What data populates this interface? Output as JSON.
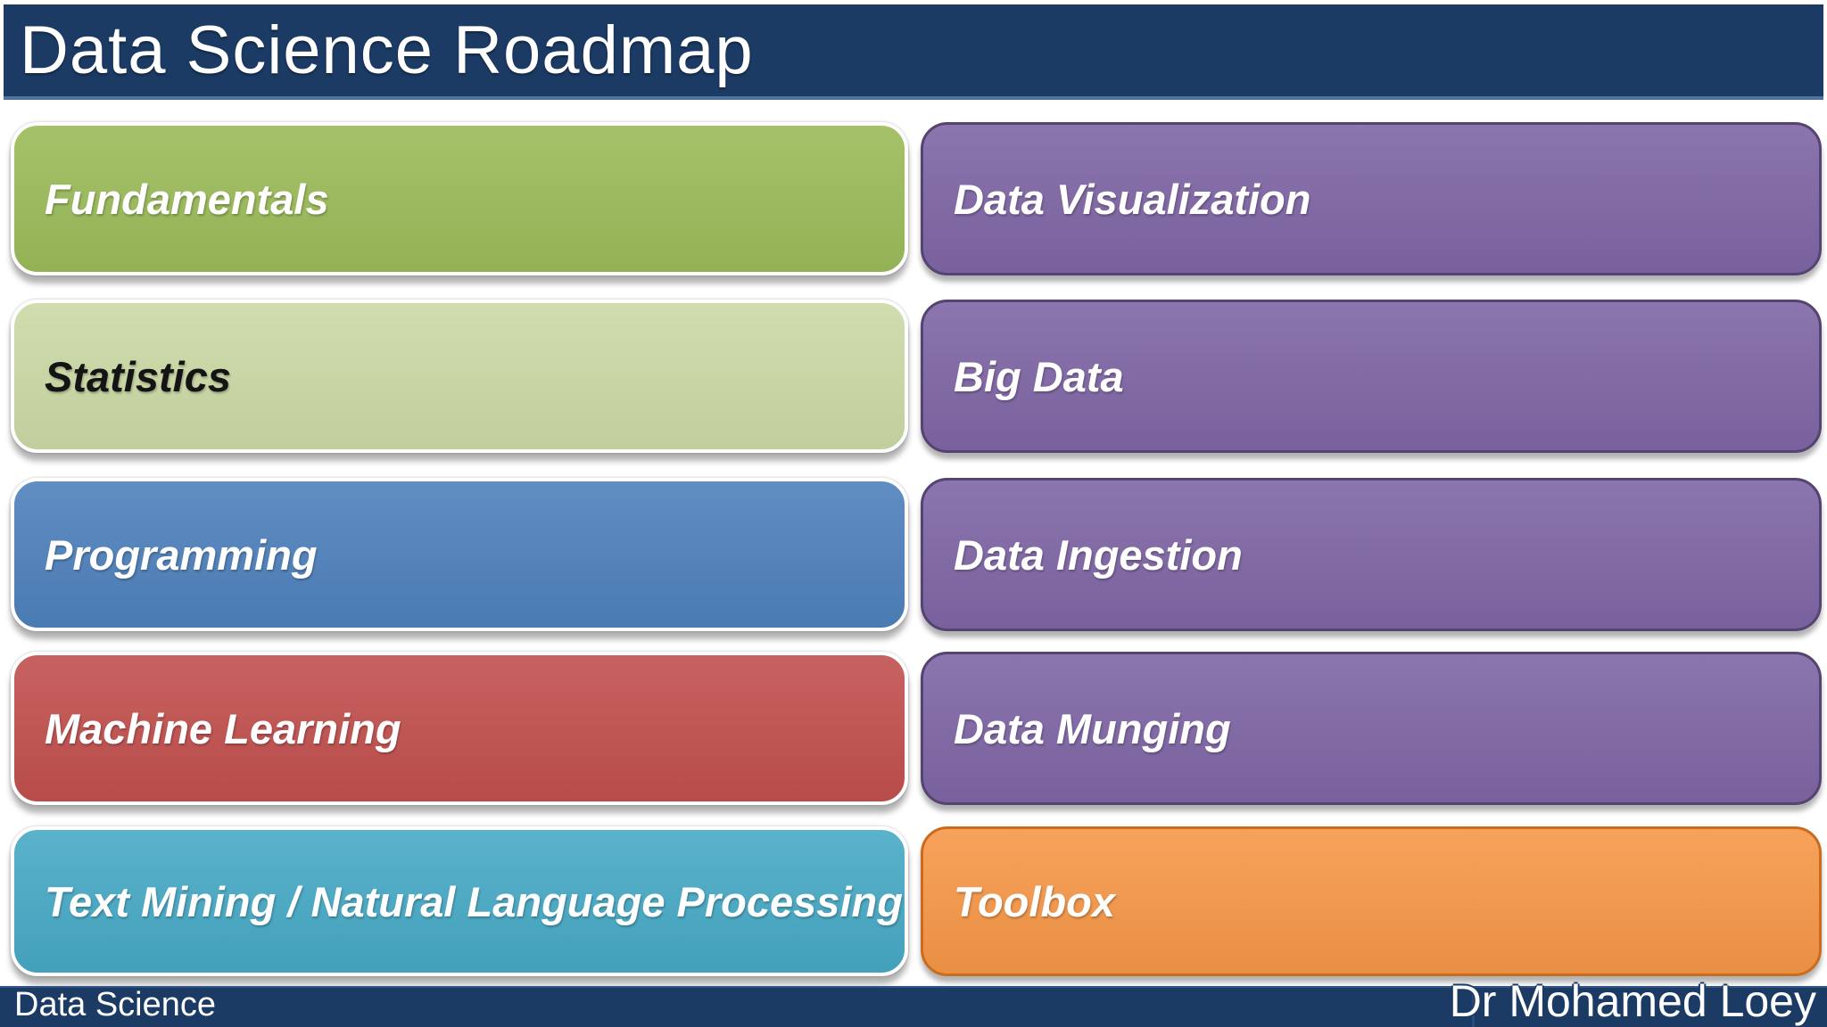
{
  "slide": {
    "title": "Data Science Roadmap",
    "footer": {
      "left_text": "Data Science",
      "right_text": "Dr Mohamed Loey"
    },
    "colors": {
      "bar_bg": "#1b3a64",
      "header_edge": "#50739d",
      "background": "#ffffff"
    }
  },
  "roadmap": {
    "left_column": [
      {
        "label": "Fundamentals",
        "bg": "#9bbb59",
        "text_color": "#ffffff",
        "border": "#ffffff"
      },
      {
        "label": "Statistics",
        "bg": "#cbd9a5",
        "text_color": "#141414",
        "border": "#ffffff"
      },
      {
        "label": "Programming",
        "bg": "#4e81bc",
        "text_color": "#ffffff",
        "border": "#ffffff"
      },
      {
        "label": "Machine Learning",
        "bg": "#c1504e",
        "text_color": "#ffffff",
        "border": "#ffffff"
      },
      {
        "label": "Text Mining / Natural Language Processing",
        "bg": "#47a9c5",
        "text_color": "#ffffff",
        "border": "#ffffff"
      }
    ],
    "right_column": [
      {
        "label": "Data Visualization",
        "bg": "#7f66a5",
        "text_color": "#ffffff",
        "border": "#554371"
      },
      {
        "label": "Big Data",
        "bg": "#7f66a5",
        "text_color": "#ffffff",
        "border": "#554371"
      },
      {
        "label": "Data Ingestion",
        "bg": "#7f66a5",
        "text_color": "#ffffff",
        "border": "#554371"
      },
      {
        "label": "Data Munging",
        "bg": "#7f66a5",
        "text_color": "#ffffff",
        "border": "#554371"
      },
      {
        "label": "Toolbox",
        "bg": "#f69748",
        "text_color": "#ffffff",
        "border": "#ca6b1e"
      }
    ]
  }
}
